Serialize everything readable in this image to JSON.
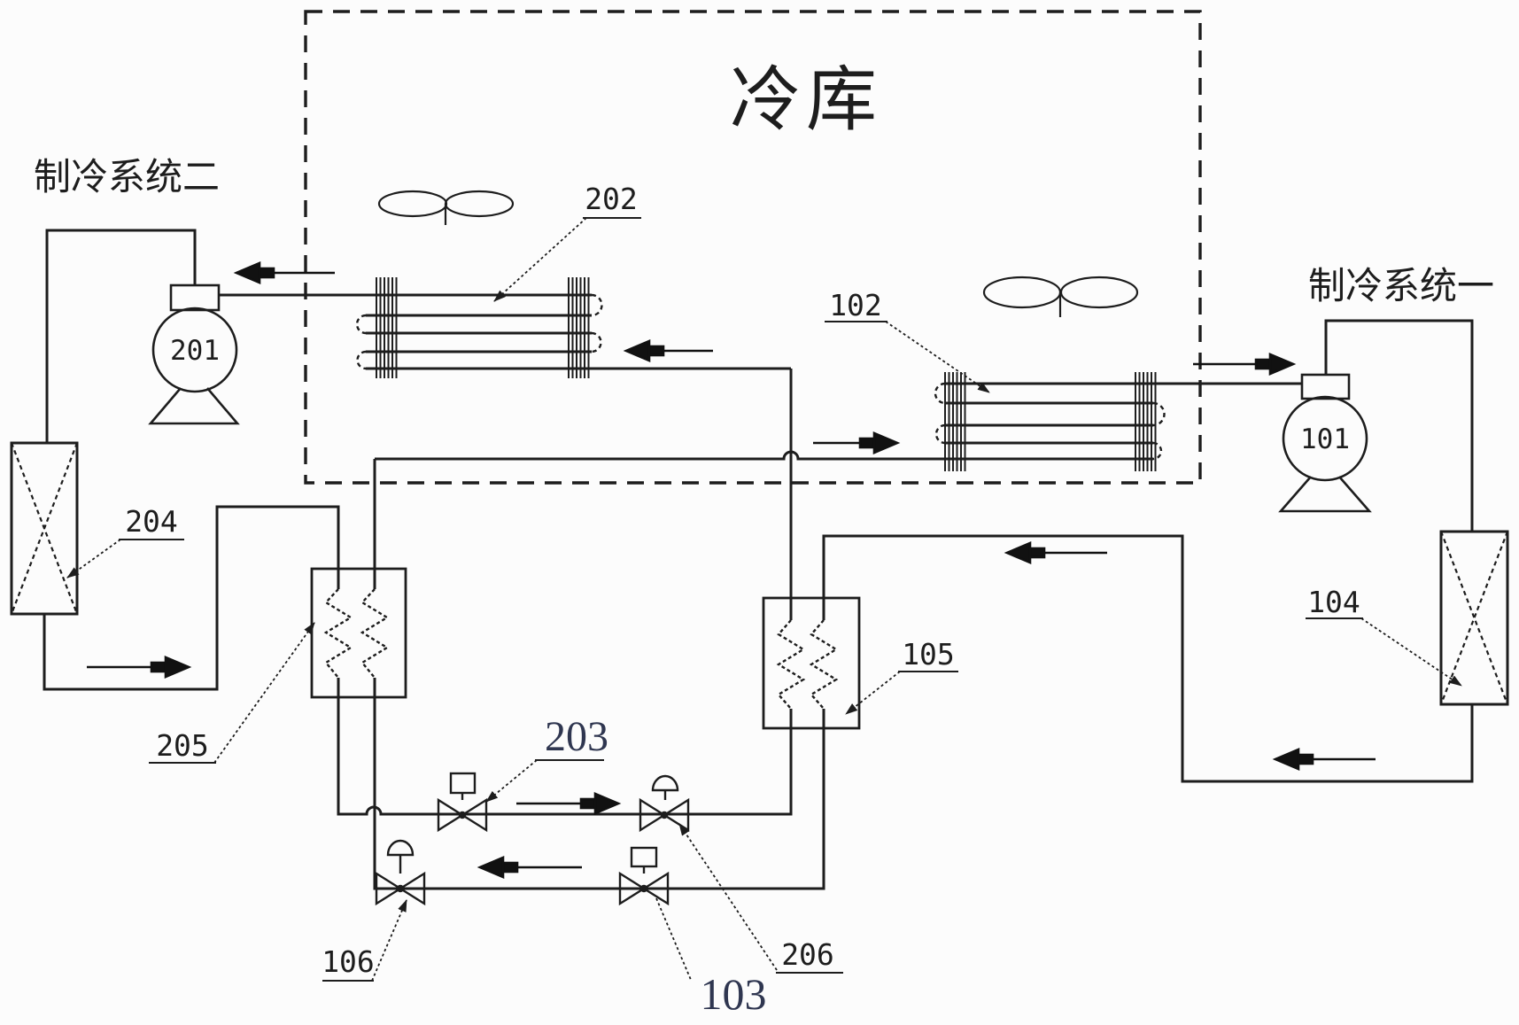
{
  "diagram": {
    "title": "冷库",
    "labels": {
      "system_two": "制冷系统二",
      "system_one": "制冷系统一",
      "compressor_201": "201",
      "compressor_101": "101",
      "evaporator_202": "202",
      "evaporator_102": "102",
      "condenser_204": "204",
      "condenser_104": "104",
      "heat_exchanger_205": "205",
      "heat_exchanger_105": "105",
      "valve_203": "203",
      "valve_206": "206",
      "valve_106": "106",
      "valve_103": "103"
    },
    "colors": {
      "line": "#1d1d1d",
      "background": "#fcfcfc",
      "large_callout": "#2f3650"
    }
  }
}
